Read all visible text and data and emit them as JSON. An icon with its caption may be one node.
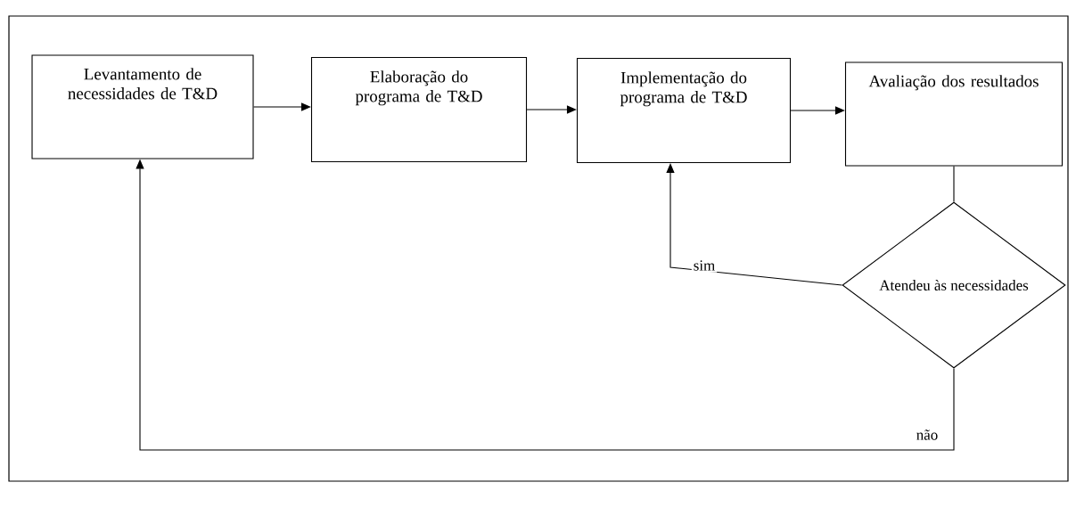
{
  "diagram": {
    "nodes": [
      {
        "text": [
          "Levantamento de necessidades de T&D"
        ]
      },
      {
        "text": [
          "Elaboração do programa de T&D"
        ]
      },
      {
        "text": [
          "Implementação do programa de T&D"
        ]
      },
      {
        "text": [
          "Avaliação dos resultados"
        ]
      },
      {
        "text": [
          "Atendeu às necessidades"
        ]
      }
    ],
    "edges": [
      {
        "from": 0,
        "to": 1,
        "arrow": "to"
      },
      {
        "from": 1,
        "to": 2,
        "arrow": "to"
      },
      {
        "from": 2,
        "to": 3,
        "arrow": "to"
      },
      {
        "from": 3,
        "to": 4,
        "arrow": "none"
      },
      {
        "from": 4,
        "to": 2,
        "arrow": "to",
        "label": "sim"
      },
      {
        "from": 4,
        "to": 0,
        "arrow": "to",
        "label": "não"
      }
    ]
  }
}
